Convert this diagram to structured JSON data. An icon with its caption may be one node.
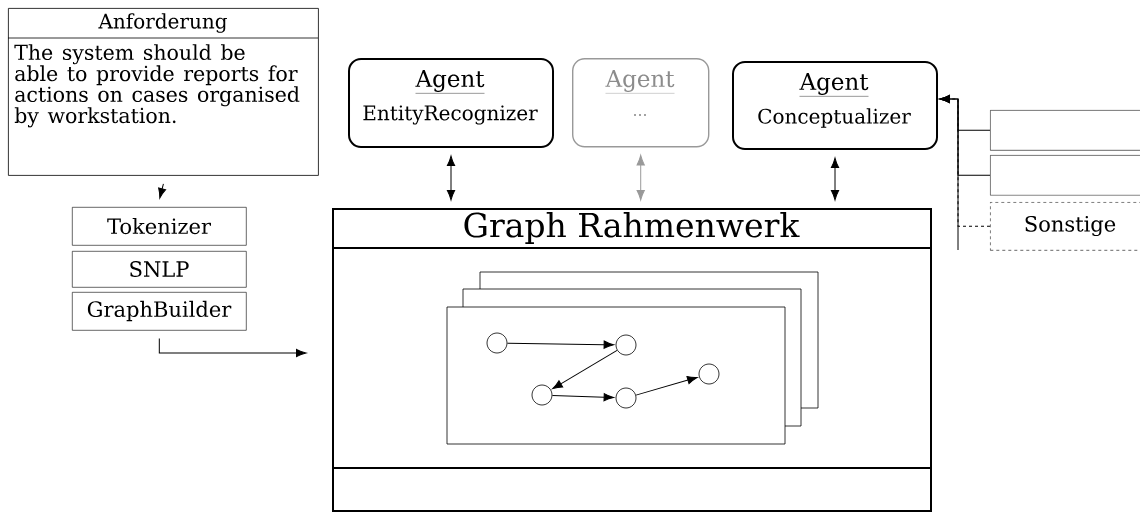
{
  "diagram": {
    "nodes": [
      {
        "text": [
          "Anforderung",
          "The system should be able to provide reports for actions on cases organised by workstation."
        ]
      },
      {
        "text": [
          "Tokenizer"
        ]
      },
      {
        "text": [
          "SNLP"
        ]
      },
      {
        "text": [
          "GraphBuilder"
        ]
      },
      {
        "text": [
          "Agent",
          "EntityRecognizer"
        ]
      },
      {
        "text": [
          "Agent",
          "…"
        ]
      },
      {
        "text": [
          "Agent",
          "Conceptualizer"
        ]
      },
      {
        "text": [
          "Graph Rahmenwerk"
        ]
      },
      {
        "text": [],
        "shape": "box"
      },
      {
        "text": [],
        "shape": "box"
      },
      {
        "text": [
          "Sonstige"
        ]
      },
      {
        "text": [],
        "shape": "circle",
        "in": 7
      },
      {
        "text": [],
        "shape": "circle",
        "in": 7
      },
      {
        "text": [],
        "shape": "circle",
        "in": 7
      },
      {
        "text": [],
        "shape": "circle",
        "in": 7
      },
      {
        "text": [],
        "shape": "circle",
        "in": 7
      }
    ],
    "edges": [
      {
        "from": 0,
        "to": 1,
        "arrow": "to"
      },
      {
        "from": 3,
        "to": 7,
        "arrow": "to"
      },
      {
        "from": 4,
        "to": 7,
        "arrow": "both"
      },
      {
        "from": 5,
        "to": 7,
        "arrow": "both",
        "color": "#999999"
      },
      {
        "from": 6,
        "to": 7,
        "arrow": "both"
      },
      {
        "from": 8,
        "to": 6,
        "arrow": "to"
      },
      {
        "from": 9,
        "to": 6,
        "arrow": "to"
      },
      {
        "from": 10,
        "to": 6,
        "arrow": "to",
        "style": "dashed"
      },
      {
        "from": 11,
        "to": 12,
        "arrow": "to"
      },
      {
        "from": 12,
        "to": 13,
        "arrow": "to"
      },
      {
        "from": 13,
        "to": 14,
        "arrow": "to"
      },
      {
        "from": 14,
        "to": 15,
        "arrow": "to"
      }
    ]
  }
}
